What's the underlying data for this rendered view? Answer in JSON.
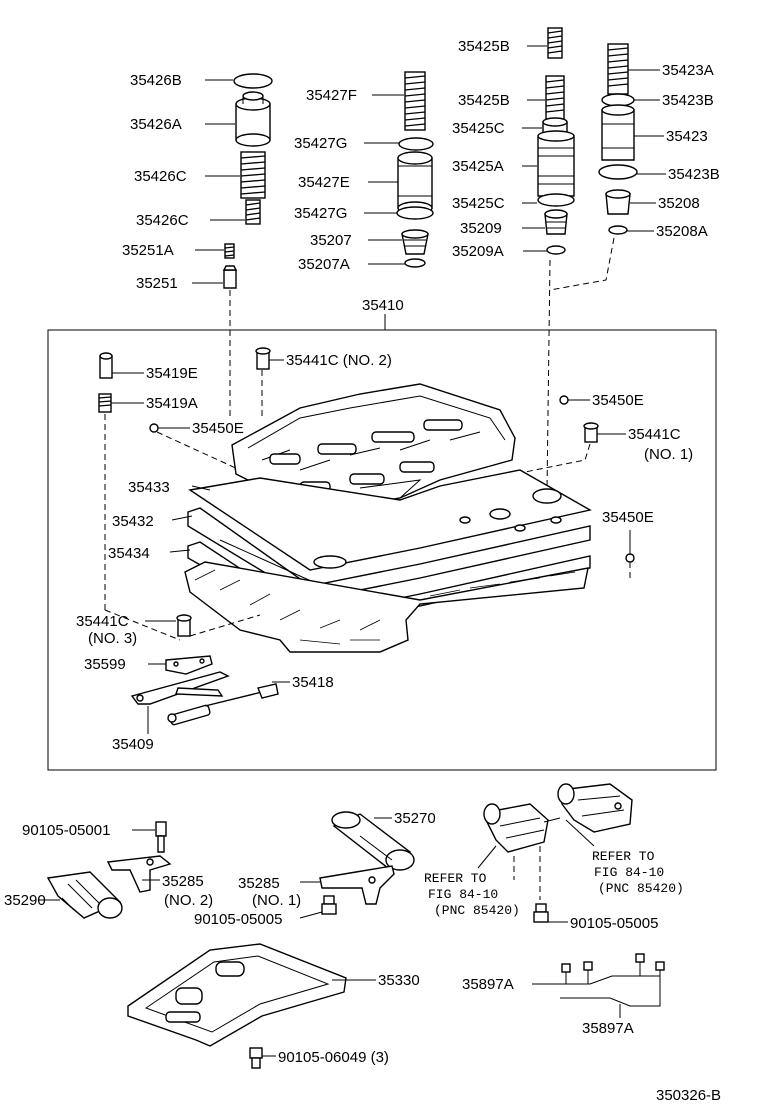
{
  "figure_id": "350326-B",
  "frame_label": "35410",
  "labels": {
    "p35425B_top": "35425B",
    "p35423A": "35423A",
    "p35426B": "35426B",
    "p35427F": "35427F",
    "p35425B_mid": "35425B",
    "p35423B_top": "35423B",
    "p35426A": "35426A",
    "p35425C_top": "35425C",
    "p35423": "35423",
    "p35427G_top": "35427G",
    "p35426C_top": "35426C",
    "p35425A": "35425A",
    "p35423B_bot": "35423B",
    "p35427E": "35427E",
    "p35425C_bot": "35425C",
    "p35208": "35208",
    "p35427G_bot": "35427G",
    "p35426C_bot": "35426C",
    "p35209": "35209",
    "p35207": "35207",
    "p35251A": "35251A",
    "p35209A": "35209A",
    "p35208A": "35208A",
    "p35207A": "35207A",
    "p35251": "35251",
    "p35441C_no2": "35441C (NO. 2)",
    "p35419E": "35419E",
    "p35419A": "35419A",
    "p35450E_left": "35450E",
    "p35450E_right": "35450E",
    "p35441C_no1": "35441C",
    "p35441C_no1_sub": "(NO. 1)",
    "p35433": "35433",
    "p35432": "35432",
    "p35434": "35434",
    "p35450E_side": "35450E",
    "p35441C_no3": "35441C",
    "p35441C_no3_sub": "(NO. 3)",
    "p35599": "35599",
    "p35418": "35418",
    "p35409": "35409",
    "p35270": "35270",
    "p90105_05001": "90105-05001",
    "p35285_no2": "35285",
    "p35285_no2_sub": "(NO. 2)",
    "p35285_no1": "35285",
    "p35285_no1_sub": "(NO. 1)",
    "p35290": "35290",
    "p90105_05005_left": "90105-05005",
    "p90105_05005_right": "90105-05005",
    "p35330": "35330",
    "p90105_06049": "90105-06049 (3)",
    "p35897A_left": "35897A",
    "p35897A_bot": "35897A"
  },
  "references": {
    "left": [
      "REFER TO",
      "FIG 84-10",
      "(PNC 85420)"
    ],
    "right": [
      "REFER TO",
      "FIG 84-10",
      "(PNC 85420)"
    ]
  }
}
